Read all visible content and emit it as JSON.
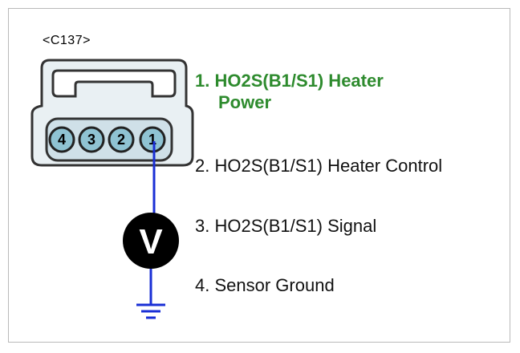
{
  "connector": {
    "id": "<C137>",
    "pins": [
      "4",
      "3",
      "2",
      "1"
    ],
    "probe_pin": "1"
  },
  "meter": {
    "symbol": "V"
  },
  "pin_list": [
    {
      "number": "1.",
      "line1": "HO2S(B1/S1) Heater",
      "line2": "Power",
      "highlighted": true
    },
    {
      "number": "2.",
      "line1": "HO2S(B1/S1) Heater Control",
      "line2": "",
      "highlighted": false
    },
    {
      "number": "3.",
      "line1": "HO2S(B1/S1) Signal",
      "line2": "",
      "highlighted": false
    },
    {
      "number": "4.",
      "line1": "Sensor Ground",
      "line2": "",
      "highlighted": false
    }
  ],
  "colors": {
    "highlight": "#2e8b2e",
    "wire": "#1a2fd6",
    "connector_fill": "#cfe0e8",
    "pin_fill": "#8fc3d3",
    "meter_fill": "#000000"
  }
}
